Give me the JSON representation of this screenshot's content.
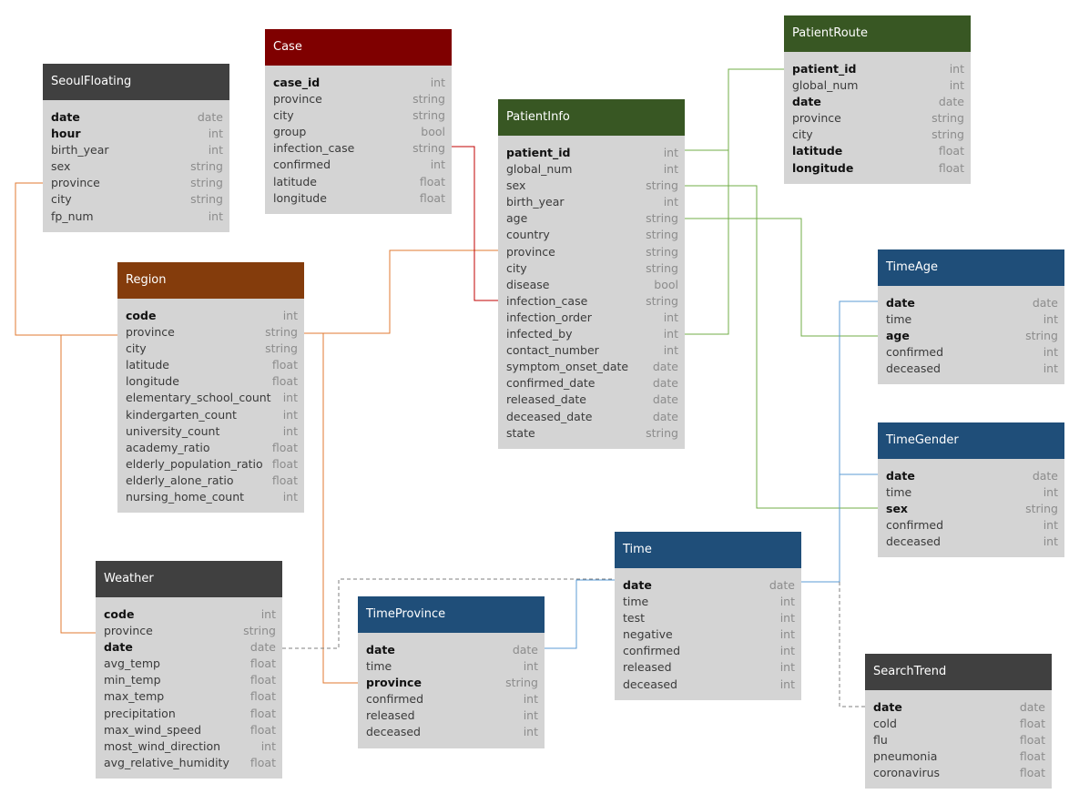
{
  "colors": {
    "header_gray": "#404040",
    "header_red": "#7f0000",
    "header_green": "#385723",
    "header_brown": "#843c0c",
    "header_blue": "#1f4e79",
    "body": "#d4d4d4",
    "link_orange": "#e07a30",
    "link_red": "#c00000",
    "link_green": "#70ad47",
    "link_blue": "#5b9bd5",
    "link_gray": "#7f7f7f"
  },
  "tables": {
    "seoulfloating": {
      "title": "SeoulFloating",
      "fields": [
        {
          "name": "date",
          "type": "date",
          "key": true
        },
        {
          "name": "hour",
          "type": "int",
          "key": true
        },
        {
          "name": "birth_year",
          "type": "int"
        },
        {
          "name": "sex",
          "type": "string"
        },
        {
          "name": "province",
          "type": "string"
        },
        {
          "name": "city",
          "type": "string"
        },
        {
          "name": "fp_num",
          "type": "int"
        }
      ]
    },
    "case": {
      "title": "Case",
      "fields": [
        {
          "name": "case_id",
          "type": "int",
          "key": true
        },
        {
          "name": "province",
          "type": "string"
        },
        {
          "name": "city",
          "type": "string"
        },
        {
          "name": "group",
          "type": "bool"
        },
        {
          "name": "infection_case",
          "type": "string"
        },
        {
          "name": "confirmed",
          "type": "int"
        },
        {
          "name": "latitude",
          "type": "float"
        },
        {
          "name": "longitude",
          "type": "float"
        }
      ]
    },
    "patientinfo": {
      "title": "PatientInfo",
      "fields": [
        {
          "name": "patient_id",
          "type": "int",
          "key": true
        },
        {
          "name": "global_num",
          "type": "int"
        },
        {
          "name": "sex",
          "type": "string"
        },
        {
          "name": "birth_year",
          "type": "int"
        },
        {
          "name": "age",
          "type": "string"
        },
        {
          "name": "country",
          "type": "string"
        },
        {
          "name": "province",
          "type": "string"
        },
        {
          "name": "city",
          "type": "string"
        },
        {
          "name": "disease",
          "type": "bool"
        },
        {
          "name": "infection_case",
          "type": "string"
        },
        {
          "name": "infection_order",
          "type": "int"
        },
        {
          "name": "infected_by",
          "type": "int"
        },
        {
          "name": "contact_number",
          "type": "int"
        },
        {
          "name": "symptom_onset_date",
          "type": "date"
        },
        {
          "name": "confirmed_date",
          "type": "date"
        },
        {
          "name": "released_date",
          "type": "date"
        },
        {
          "name": "deceased_date",
          "type": "date"
        },
        {
          "name": "state",
          "type": "string"
        }
      ]
    },
    "patientroute": {
      "title": "PatientRoute",
      "fields": [
        {
          "name": "patient_id",
          "type": "int",
          "key": true
        },
        {
          "name": "global_num",
          "type": "int"
        },
        {
          "name": "date",
          "type": "date",
          "key": true
        },
        {
          "name": "province",
          "type": "string"
        },
        {
          "name": "city",
          "type": "string"
        },
        {
          "name": "latitude",
          "type": "float",
          "key": true
        },
        {
          "name": "longitude",
          "type": "float",
          "key": true
        }
      ]
    },
    "region": {
      "title": "Region",
      "fields": [
        {
          "name": "code",
          "type": "int",
          "key": true
        },
        {
          "name": "province",
          "type": "string"
        },
        {
          "name": "city",
          "type": "string"
        },
        {
          "name": "latitude",
          "type": "float"
        },
        {
          "name": "longitude",
          "type": "float"
        },
        {
          "name": "elementary_school_count",
          "type": "int"
        },
        {
          "name": "kindergarten_count",
          "type": "int"
        },
        {
          "name": "university_count",
          "type": "int"
        },
        {
          "name": "academy_ratio",
          "type": "float"
        },
        {
          "name": "elderly_population_ratio",
          "type": "float"
        },
        {
          "name": "elderly_alone_ratio",
          "type": "float"
        },
        {
          "name": "nursing_home_count",
          "type": "int"
        }
      ]
    },
    "timeage": {
      "title": "TimeAge",
      "fields": [
        {
          "name": "date",
          "type": "date",
          "key": true
        },
        {
          "name": "time",
          "type": "int"
        },
        {
          "name": "age",
          "type": "string",
          "key": true
        },
        {
          "name": "confirmed",
          "type": "int"
        },
        {
          "name": "deceased",
          "type": "int"
        }
      ]
    },
    "timegender": {
      "title": "TimeGender",
      "fields": [
        {
          "name": "date",
          "type": "date",
          "key": true
        },
        {
          "name": "time",
          "type": "int"
        },
        {
          "name": "sex",
          "type": "string",
          "key": true
        },
        {
          "name": "confirmed",
          "type": "int"
        },
        {
          "name": "deceased",
          "type": "int"
        }
      ]
    },
    "time": {
      "title": "Time",
      "fields": [
        {
          "name": "date",
          "type": "date",
          "key": true
        },
        {
          "name": "time",
          "type": "int"
        },
        {
          "name": "test",
          "type": "int"
        },
        {
          "name": "negative",
          "type": "int"
        },
        {
          "name": "confirmed",
          "type": "int"
        },
        {
          "name": "released",
          "type": "int"
        },
        {
          "name": "deceased",
          "type": "int"
        }
      ]
    },
    "weather": {
      "title": "Weather",
      "fields": [
        {
          "name": "code",
          "type": "int",
          "key": true
        },
        {
          "name": "province",
          "type": "string"
        },
        {
          "name": "date",
          "type": "date",
          "key": true
        },
        {
          "name": "avg_temp",
          "type": "float"
        },
        {
          "name": "min_temp",
          "type": "float"
        },
        {
          "name": "max_temp",
          "type": "float"
        },
        {
          "name": "precipitation",
          "type": "float"
        },
        {
          "name": "max_wind_speed",
          "type": "float"
        },
        {
          "name": "most_wind_direction",
          "type": "int"
        },
        {
          "name": "avg_relative_humidity",
          "type": "float"
        }
      ]
    },
    "timeprovince": {
      "title": "TimeProvince",
      "fields": [
        {
          "name": "date",
          "type": "date",
          "key": true
        },
        {
          "name": "time",
          "type": "int"
        },
        {
          "name": "province",
          "type": "string",
          "key": true
        },
        {
          "name": "confirmed",
          "type": "int"
        },
        {
          "name": "released",
          "type": "int"
        },
        {
          "name": "deceased",
          "type": "int"
        }
      ]
    },
    "searchtrend": {
      "title": "SearchTrend",
      "fields": [
        {
          "name": "date",
          "type": "date",
          "key": true
        },
        {
          "name": "cold",
          "type": "float"
        },
        {
          "name": "flu",
          "type": "float"
        },
        {
          "name": "pneumonia",
          "type": "float"
        },
        {
          "name": "coronavirus",
          "type": "float"
        }
      ]
    }
  }
}
